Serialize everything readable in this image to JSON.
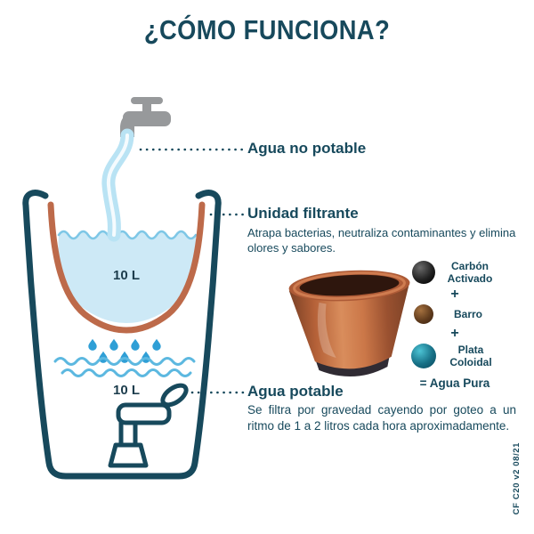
{
  "title": "¿CÓMO FUNCIONA?",
  "colors": {
    "navy": "#17495c",
    "terracotta": "#bd6a4a",
    "stream": "#b9e3f4",
    "waterfill": "#cde9f6",
    "wave": "#5cb8e0",
    "drop": "#2f9fd6",
    "gray": "#97999b"
  },
  "diagram": {
    "filter_volume": "10 L",
    "reservoir_volume": "10 L"
  },
  "callouts": {
    "agua_no_potable": {
      "title": "Agua no potable"
    },
    "unidad_filtrante": {
      "title": "Unidad filtrante",
      "description": "Atrapa bacterias, neutraliza contaminantes y elimina olores y sabores."
    },
    "agua_potable": {
      "title": "Agua potable",
      "description": "Se filtra por gravedad cayendo por goteo a un ritmo de 1 a 2 litros cada hora aproximadamente."
    }
  },
  "composition": {
    "items": [
      {
        "label": "Carbón Activado",
        "icon": "activated-carbon-circle"
      },
      {
        "label": "Barro",
        "icon": "clay-circle"
      },
      {
        "label": "Plata Coloidal",
        "icon": "colloidal-silver-circle"
      }
    ],
    "plus": "+",
    "result": "= Agua Pura"
  },
  "footer_code": "CF C20 v2 08/21"
}
